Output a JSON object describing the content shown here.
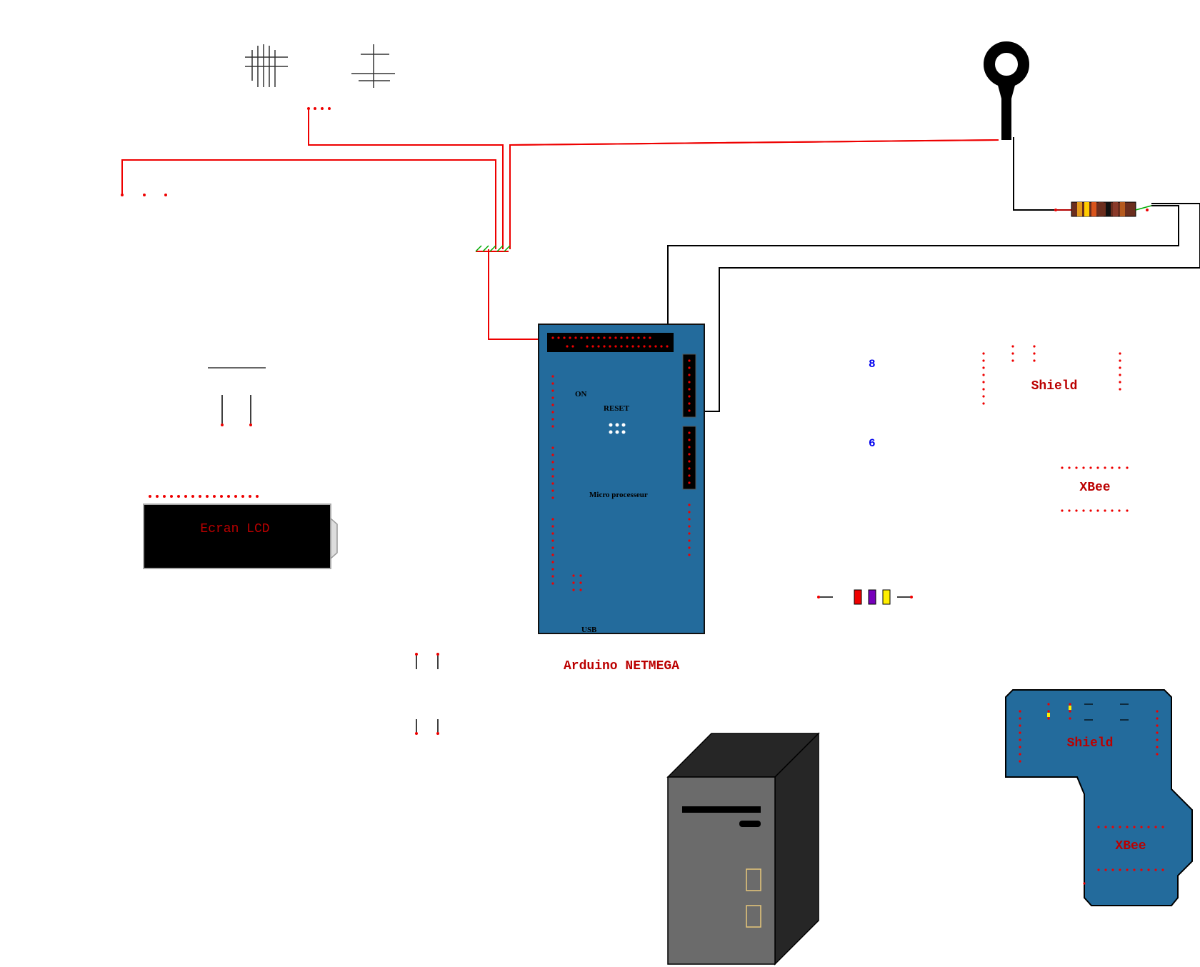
{
  "labels": {
    "lcd": "Ecran LCD",
    "board_name": "Arduino NETMEGA",
    "on": "ON",
    "reset": "RESET",
    "micro": "Micro processeur",
    "usb": "USB",
    "shield_top": "Shield",
    "xbee_top": "XBee",
    "shield_bottom": "Shield",
    "xbee_bottom": "XBee",
    "pin_8": "8",
    "pin_6": "6"
  },
  "colors": {
    "wire_red": "#ee0000",
    "wire_black": "#000000",
    "board_blue": "#236b9c",
    "label_red": "#bb0000",
    "pin_blue": "#0000ee",
    "header_black": "#000000",
    "tower_front": "#6b6b6b",
    "tower_side": "#262626"
  },
  "icons": {
    "ring_terminal": "ring-terminal-icon",
    "tower": "computer-tower-icon",
    "resistor": "resistor-icon",
    "ground": "ground-symbol-icon"
  }
}
